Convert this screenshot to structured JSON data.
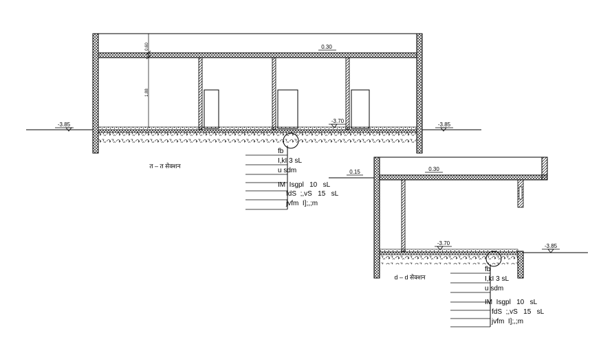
{
  "section_1": {
    "dim_slab": "0.30",
    "dim_parapet": "0.60",
    "dim_height": "1.88",
    "level_left": "-3.85",
    "level_floor": "-3.70",
    "level_right": "-3.85",
    "caption": "त – त सेक्शन",
    "layers": [
      "fb",
      "I,kI  3  sL",
      "u  sdm",
      "IM  Isgpl   10   sL",
      "fdS  ;,vS   15   sL",
      "jvfm  I];,;m"
    ]
  },
  "section_2": {
    "dim_slab": "0.30",
    "dim_top": "0.15",
    "level_floor": "-3.70",
    "level_right": "-3.85",
    "caption": "d  –  d  सेक्शन",
    "layers": [
      "fb",
      "I,kI  3  sL",
      "u  sdm",
      "IM  Isgpl   10   sL",
      "fdS  ;,vS   15   sL",
      "jvfm  I];,;m"
    ]
  },
  "colors": {
    "line": "#000000",
    "hatch": "#000000",
    "background": "#ffffff"
  }
}
